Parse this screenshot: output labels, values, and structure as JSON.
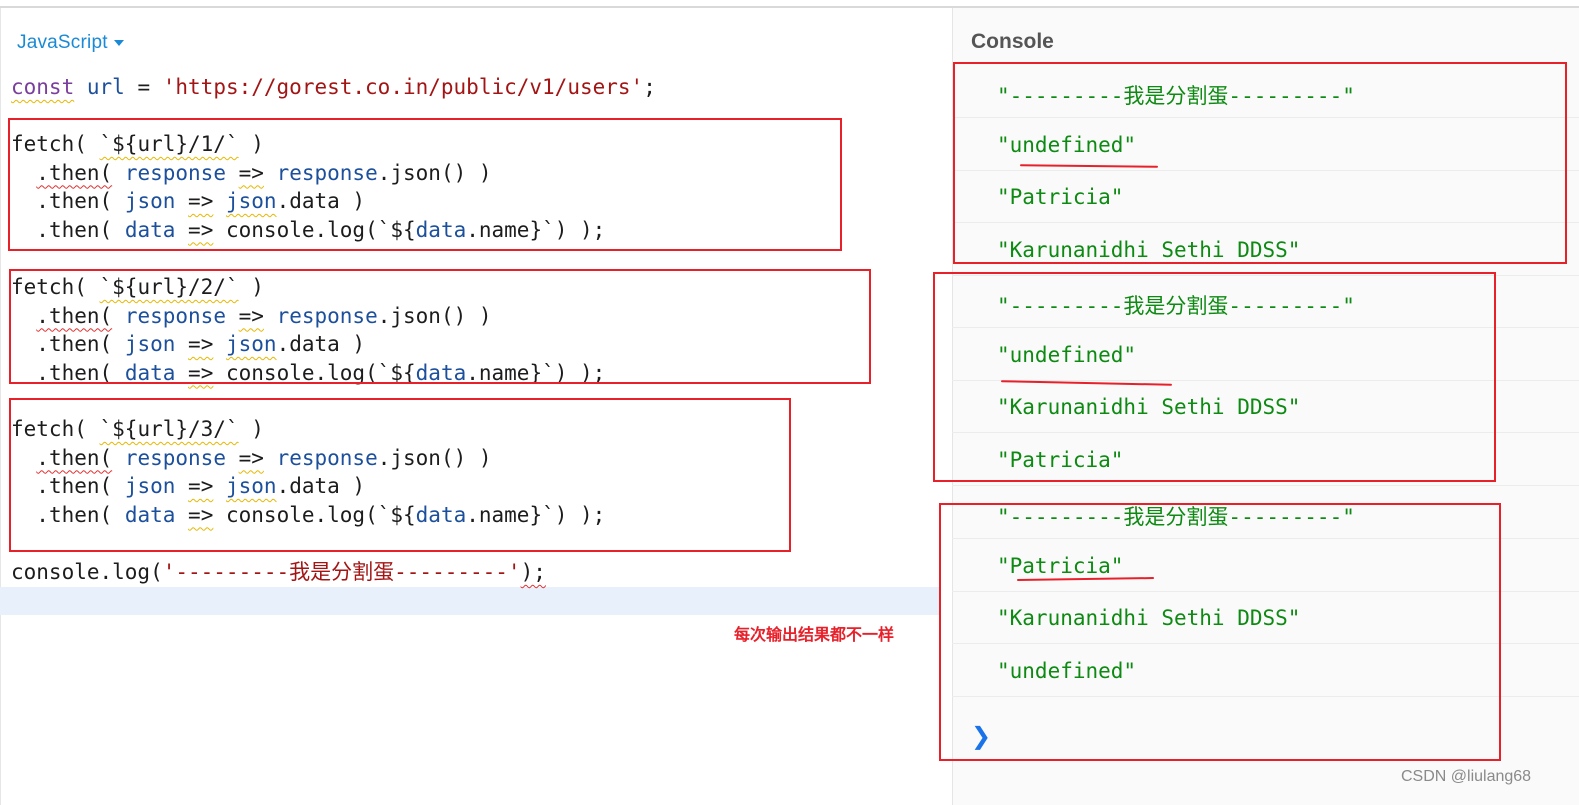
{
  "editor": {
    "language": "JavaScript",
    "line1": {
      "kw": "const",
      "var": "url",
      "eq": " = ",
      "str": "'https://gorest.co.in/public/v1/users'",
      "end": ";"
    },
    "blocks": [
      {
        "fetch_arg": "`${url}/1/`"
      },
      {
        "fetch_arg": "`${url}/2/`"
      },
      {
        "fetch_arg": "`${url}/3/`"
      }
    ],
    "chain": {
      "fetch": "fetch(",
      "close": " )",
      "then": ".then(",
      "response": "response",
      "arrow": "=>",
      "json_call": ".json() )",
      "json": "json",
      "data_prop": ".data )",
      "data": "data",
      "log_open": "console.log(`${",
      "name_prop": ".name}`) );"
    },
    "last_line": {
      "prefix": "console.log(",
      "str": "'---------我是分割蛋---------'",
      "end": ");"
    },
    "note": "每次输出结果都不一样"
  },
  "console": {
    "title": "Console",
    "rows": [
      "\"---------我是分割蛋---------\"",
      "\"undefined\"",
      "\"Patricia\"",
      "\"Karunanidhi Sethi DDSS\"",
      "\"---------我是分割蛋---------\"",
      "\"undefined\"",
      "\"Karunanidhi Sethi DDSS\"",
      "\"Patricia\"",
      "\"---------我是分割蛋---------\"",
      "\"Patricia\"",
      "\"Karunanidhi Sethi DDSS\"",
      "\"undefined\""
    ],
    "prompt": "❯"
  },
  "watermark": "CSDN @liulang68",
  "colors": {
    "accent": "#1a8ad6",
    "log_text": "#0d8a12",
    "annotation": "#e8202a"
  }
}
